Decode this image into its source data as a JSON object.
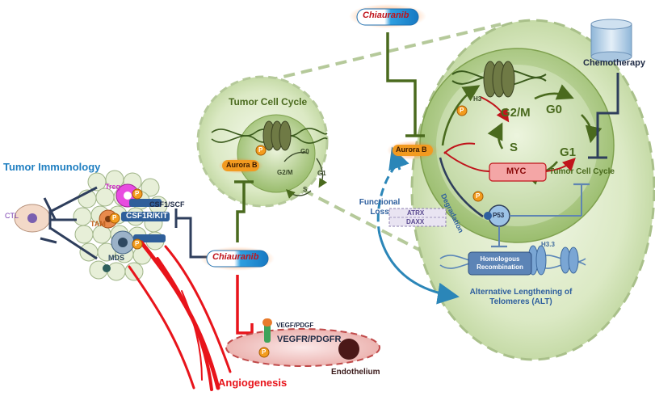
{
  "drug_name": "Chiauranib",
  "tumor_immunology": {
    "title": "Tumor Immunology",
    "ctl": "CTL",
    "treg": "Treg",
    "tam": "TAM",
    "mds": "MDS",
    "csf_ligand": "CSF1/SCF",
    "csf_receptor": "CSF1R/KIT"
  },
  "cell_cycle_small": {
    "title": "Tumor Cell Cycle",
    "aurora": "Aurora B",
    "g0": "G0",
    "g2m": "G2/M",
    "g1": "G1",
    "s": "S"
  },
  "cell_cycle_large": {
    "aurora": "Aurora B",
    "h3": "H3",
    "g2m": "G2/M",
    "g0": "G0",
    "g1": "G1",
    "s": "S",
    "myc": "MYC",
    "degradation": "Degradation",
    "p53": "P53",
    "atrx": "ATRX",
    "daxx": "DAXX",
    "h33": "H3.3",
    "homologous": "Homologous Recombination",
    "tumor_cell_cycle": "Tumor Cell Cycle",
    "functional_loss": "Functional Loss",
    "alt": "Alternative Lengthening of Telomeres (ALT)"
  },
  "chemotherapy": "Chemotherapy",
  "angio": {
    "ligand": "VEGF/PDGF",
    "receptor": "VEGFR/PDGFR",
    "endothelium": "Endothelium",
    "angiogenesis": "Angiogenesis"
  },
  "phospho": "P",
  "colors": {
    "tumor_blue": "#1f7fc1",
    "red": "#e8141b",
    "olive": "#4a6a1e",
    "navy": "#2e3e5c",
    "myc_pink": "#f4a6a6",
    "p53_blue": "#9dc3e6"
  }
}
